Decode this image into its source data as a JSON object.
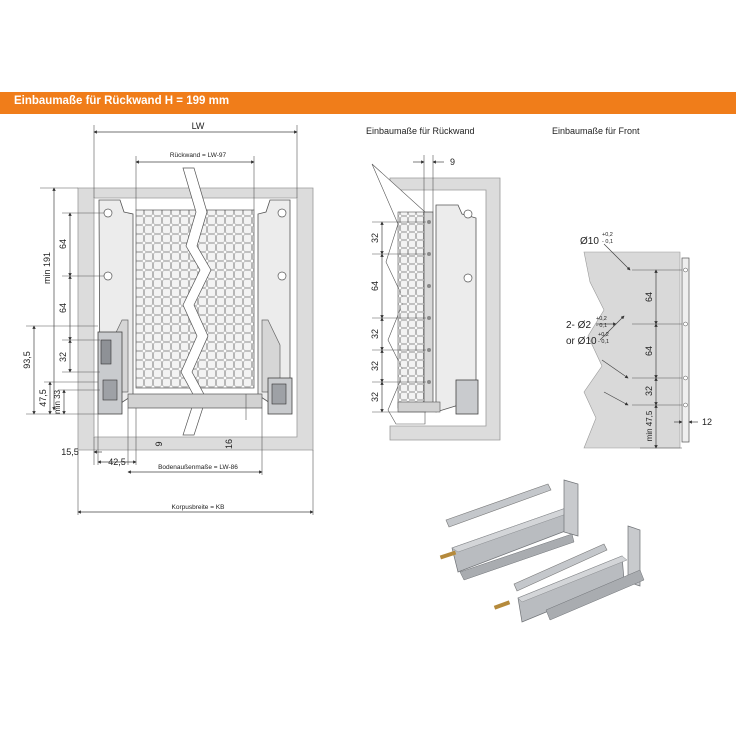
{
  "header": {
    "title": "Einbaumaße für Rückwand H = 199 mm",
    "color": "#f07d1a"
  },
  "front_view": {
    "lw": "LW",
    "rueckwand": "Rückwand = LW-97",
    "dim_191": "min 191",
    "dim_64a": "64",
    "dim_64b": "64",
    "dim_32": "32",
    "dim_93_5": "93,5",
    "dim_47_5": "47,5",
    "dim_min33": "min 33",
    "dim_15_5": "15,5",
    "dim_42_5": "42,5",
    "dim_9": "9",
    "dim_16": "16",
    "boden": "Bodenaußenmaße = LW-86",
    "korpus": "Korpusbreite = KB"
  },
  "side_view": {
    "title": "Einbaumaße für Rückwand",
    "dim_9": "9",
    "dim_32a": "32",
    "dim_64": "64",
    "dim_32b": "32",
    "dim_32c": "32",
    "dim_32d": "32"
  },
  "front_fitting": {
    "title": "Einbaumaße für Front",
    "hole_big": "Ø10",
    "tol_big_top": "+0,2",
    "tol_big_bot": "- 0,1",
    "holes_small": "2- Ø2",
    "tol_small_top": "+0,2",
    "tol_small_bot": "- 0,1",
    "or_text": "or Ø10",
    "tol_or_top": "+0,2",
    "tol_or_bot": "- 0,1",
    "dim_64a": "64",
    "dim_64b": "64",
    "dim_32": "32",
    "dim_min47_5": "min 47,5",
    "dim_12": "12"
  },
  "colors": {
    "cabinet": "#dcdcdc",
    "cabinet_edge": "#9a9a9a",
    "drawer_side": "#e6e6e6",
    "panel": "#cfcfcf",
    "runner": "#b9bcc0"
  }
}
